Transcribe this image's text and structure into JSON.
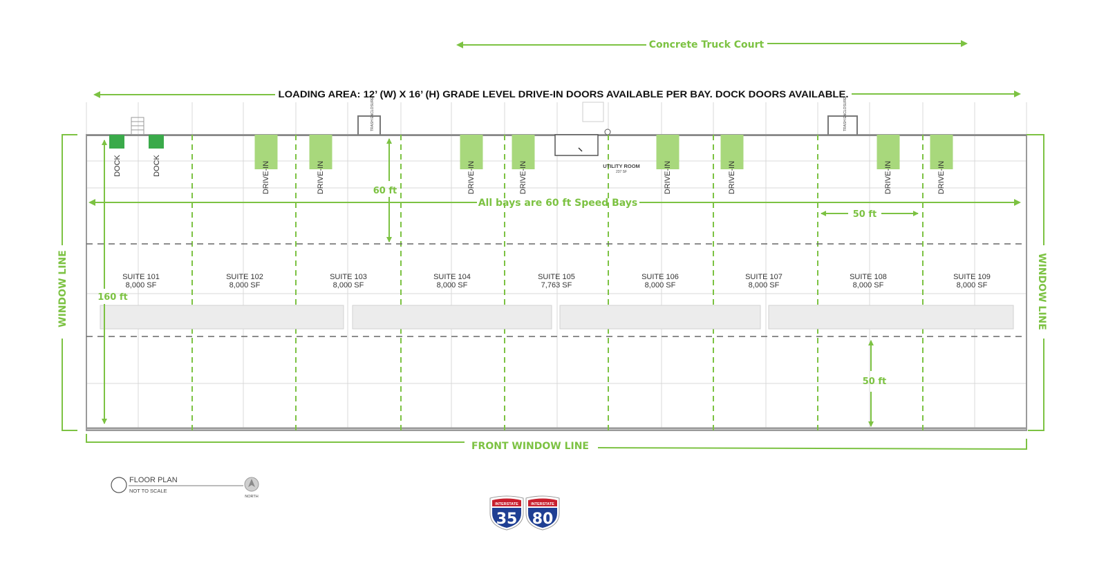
{
  "truck_court": "Concrete Truck Court",
  "loading_area": "LOADING AREA: 12’ (W) X 16’ (H) GRADE LEVEL DRIVE-IN DOORS AVAILABLE PER BAY.  DOCK DOORS AVAILABLE.",
  "speed_bays": "All bays are 60 ft Speed Bays",
  "dim_60": "60 ft",
  "dim_160": "160 ft",
  "dim_50_horizontal": "50 ft",
  "dim_50_vertical": "50 ft",
  "window_line_left": "WINDOW LINE",
  "window_line_right": "WINDOW LINE",
  "front_window_line": "FRONT WINDOW LINE",
  "utility_room": "UTILITY ROOM",
  "utility_room_area": "237 SF",
  "trash_enclosure": "TRASH ENCLOSURE",
  "doors": [
    {
      "type": "dock",
      "label": "DOCK"
    },
    {
      "type": "dock",
      "label": "DOCK"
    },
    {
      "type": "drive-in",
      "label": "DRIVE-IN"
    },
    {
      "type": "drive-in",
      "label": "DRIVE-IN"
    },
    {
      "type": "drive-in",
      "label": "DRIVE-IN"
    },
    {
      "type": "drive-in",
      "label": "DRIVE-IN"
    },
    {
      "type": "drive-in",
      "label": "DRIVE-IN"
    },
    {
      "type": "drive-in",
      "label": "DRIVE-IN"
    },
    {
      "type": "drive-in",
      "label": "DRIVE-IN"
    },
    {
      "type": "drive-in",
      "label": "DRIVE-IN"
    }
  ],
  "suites": [
    {
      "name": "SUITE 101",
      "area": "8,000 SF"
    },
    {
      "name": "SUITE 102",
      "area": "8,000 SF"
    },
    {
      "name": "SUITE 103",
      "area": "8,000 SF"
    },
    {
      "name": "SUITE 104",
      "area": "8,000 SF"
    },
    {
      "name": "SUITE 105",
      "area": "7,763 SF"
    },
    {
      "name": "SUITE 106",
      "area": "8,000 SF"
    },
    {
      "name": "SUITE 107",
      "area": "8,000 SF"
    },
    {
      "name": "SUITE 108",
      "area": "8,000 SF"
    },
    {
      "name": "SUITE 109",
      "area": "8,000 SF"
    }
  ],
  "legend": {
    "title": "FLOOR PLAN",
    "subtitle": "NOT TO SCALE",
    "north": "NORTH"
  },
  "shields": [
    {
      "banner": "INTERSTATE",
      "number": "35"
    },
    {
      "banner": "INTERSTATE",
      "number": "80"
    }
  ],
  "colors": {
    "green": "#7cc242",
    "dock_green": "#3aaa4a",
    "drive_in_green": "#a8d87c",
    "shield_blue": "#1f3f93",
    "shield_red": "#c8202e"
  }
}
